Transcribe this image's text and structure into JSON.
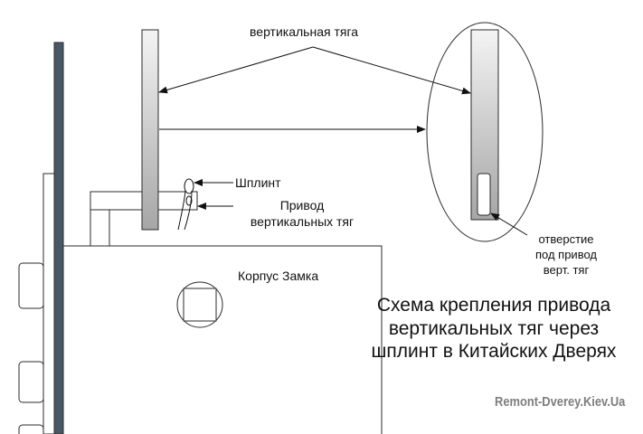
{
  "labels": {
    "vertical_rod": "вертикальная тяга",
    "split_pin": "Шплинт",
    "actuator_line1": "Привод",
    "actuator_line2": "вертикальных тяг",
    "hole_line1": "отверстие",
    "hole_line2": "под привод",
    "hole_line3": "верт. тяг",
    "lock_body": "Корпус Замка"
  },
  "caption": {
    "line1": "Схема крепления привода",
    "line2": "вертикальных тяг через",
    "line3": "шплинт в Китайских Дверях"
  },
  "watermark": "Remont-Dverey.Kiev.Ua",
  "colors": {
    "door_edge": "#4a5866",
    "outline": "#2b2b2b",
    "rod_light": "#f2f2f2",
    "rod_dark": "#a8a8a8",
    "watermark": "#7d7d7d"
  }
}
